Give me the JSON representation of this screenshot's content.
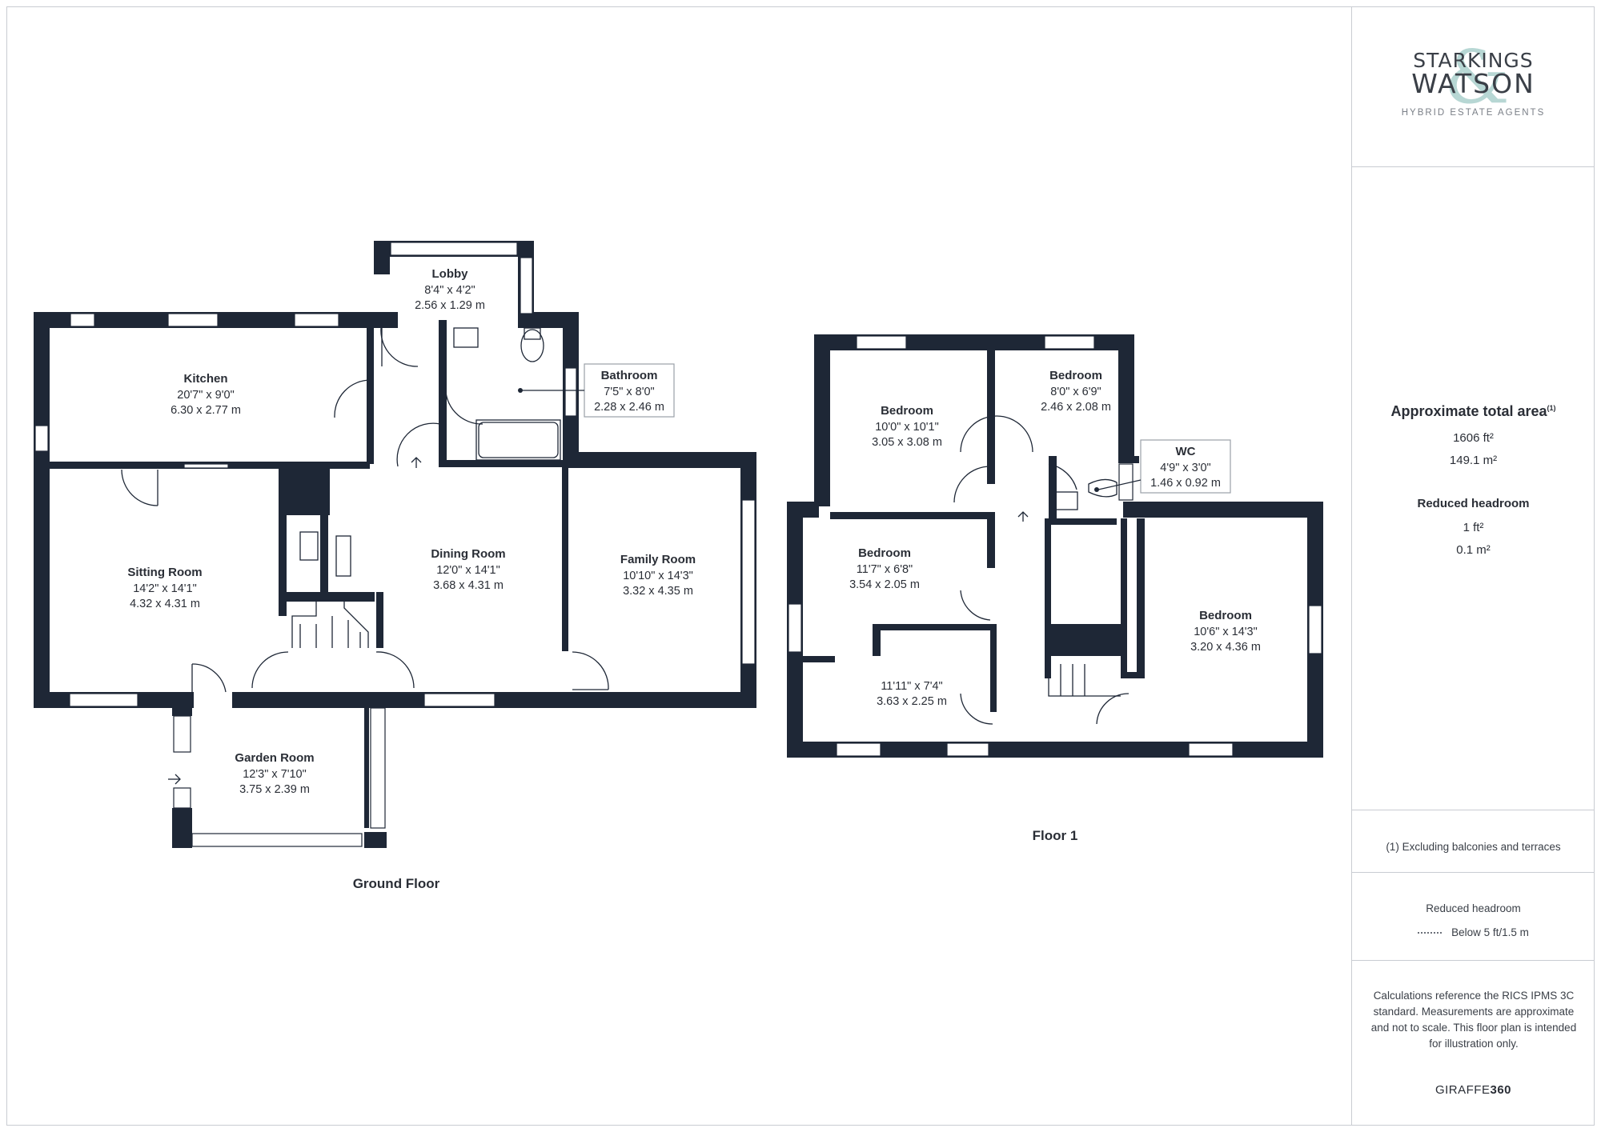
{
  "brand": {
    "name_line1": "STARKINGS",
    "name_line2": "WATSON",
    "ampersand": "&",
    "tagline": "HYBRID ESTATE AGENTS",
    "accent_color": "#b7d7d4"
  },
  "area": {
    "title": "Approximate total area",
    "note_ref": "(1)",
    "sqft": "1606 ft²",
    "sqm": "149.1 m²",
    "reduced_title": "Reduced headroom",
    "reduced_sqft": "1 ft²",
    "reduced_sqm": "0.1 m²"
  },
  "footnote": "(1) Excluding balconies and terraces",
  "legend": {
    "title": "Reduced headroom",
    "item": "Below 5 ft/1.5 m"
  },
  "disclaimer": "Calculations reference the RICS IPMS 3C standard. Measurements are approximate and not to scale. This floor plan is intended for illustration only.",
  "credit": {
    "a": "GIRAFFE",
    "b": "360"
  },
  "floors": {
    "ground": "Ground Floor",
    "first": "Floor 1"
  },
  "rooms": {
    "lobby": {
      "name": "Lobby",
      "imperial": "8'4\" x 4'2\"",
      "metric": "2.56 x 1.29 m"
    },
    "kitchen": {
      "name": "Kitchen",
      "imperial": "20'7\" x 9'0\"",
      "metric": "6.30 x 2.77 m"
    },
    "bathroom": {
      "name": "Bathroom",
      "imperial": "7'5\" x 8'0\"",
      "metric": "2.28 x 2.46 m"
    },
    "sitting": {
      "name": "Sitting Room",
      "imperial": "14'2\" x 14'1\"",
      "metric": "4.32 x 4.31 m"
    },
    "dining": {
      "name": "Dining Room",
      "imperial": "12'0\" x 14'1\"",
      "metric": "3.68 x 4.31 m"
    },
    "family": {
      "name": "Family Room",
      "imperial": "10'10\" x 14'3\"",
      "metric": "3.32 x 4.35 m"
    },
    "garden": {
      "name": "Garden Room",
      "imperial": "12'3\" x 7'10\"",
      "metric": "3.75 x 2.39 m"
    },
    "bed1": {
      "name": "Bedroom",
      "imperial": "10'0\" x 10'1\"",
      "metric": "3.05 x 3.08 m"
    },
    "bed2": {
      "name": "Bedroom",
      "imperial": "8'0\" x 6'9\"",
      "metric": "2.46 x 2.08 m"
    },
    "wc": {
      "name": "WC",
      "imperial": "4'9\" x 3'0\"",
      "metric": "1.46 x 0.92 m"
    },
    "bed3": {
      "name": "Bedroom",
      "imperial": "11'7\" x 6'8\"",
      "metric": "3.54 x 2.05 m"
    },
    "room5": {
      "imperial": "11'11\" x 7'4\"",
      "metric": "3.63 x 2.25 m"
    },
    "bed4": {
      "name": "Bedroom",
      "imperial": "10'6\" x 14'3\"",
      "metric": "3.20 x 4.36 m"
    }
  }
}
